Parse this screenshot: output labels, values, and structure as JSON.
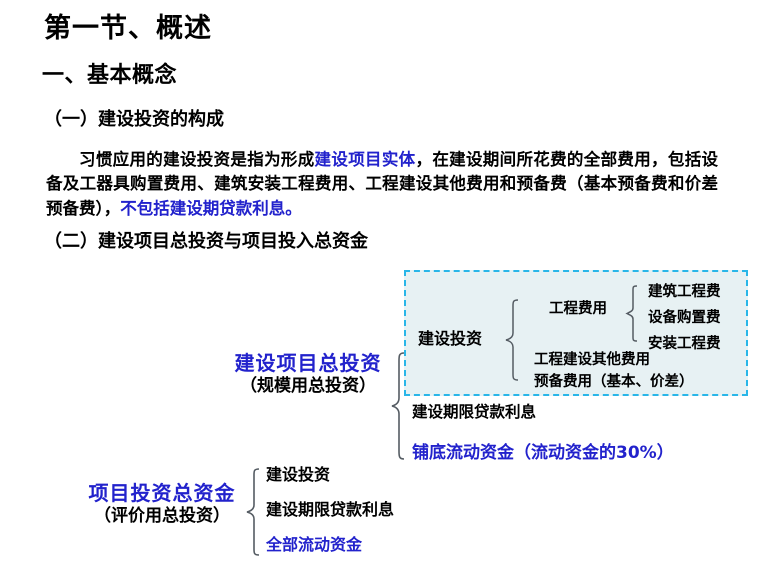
{
  "slide": {
    "title": "第一节、概述",
    "section_heading": "一、基本概念",
    "sub_heading_1": "（一）建设投资的构成",
    "sub_heading_2": "（二）建设项目总投资与项目投入总资金"
  },
  "paragraph": {
    "part1": "习惯应用的建设投资是指为形成",
    "highlight1": "建设项目实体",
    "part2": "，在建设期间所花费的全部费用，包括设备及工器具购置费用、建筑安装工程费用、工程建设其他费用和预备费（基本预备费和价差预备费），",
    "highlight2": "不包括建设期贷款利息。"
  },
  "diagram": {
    "total_investment": {
      "title": "建设项目总投资",
      "subtitle": "（规模用总投资）",
      "children": [
        "建设投资",
        "建设期限贷款利息",
        "铺底流动资金（流动资金的30%）"
      ]
    },
    "construction_investment": {
      "title": "建设投资",
      "children": [
        "工程费用",
        "工程建设其他费用",
        "预备费用（基本、价差）"
      ]
    },
    "engineering_cost": {
      "title": "工程费用",
      "children": [
        "建筑工程费",
        "设备购置费",
        "安装工程费"
      ]
    },
    "project_total_capital": {
      "title": "项目投资总资金",
      "subtitle": "（评价用总投资）",
      "children": [
        "建设投资",
        "建设期限贷款利息",
        "全部流动资金"
      ]
    }
  },
  "colors": {
    "accent_blue": "#2222cc",
    "box_border": "#29b6e8",
    "box_fill": "#e7f1f3"
  }
}
